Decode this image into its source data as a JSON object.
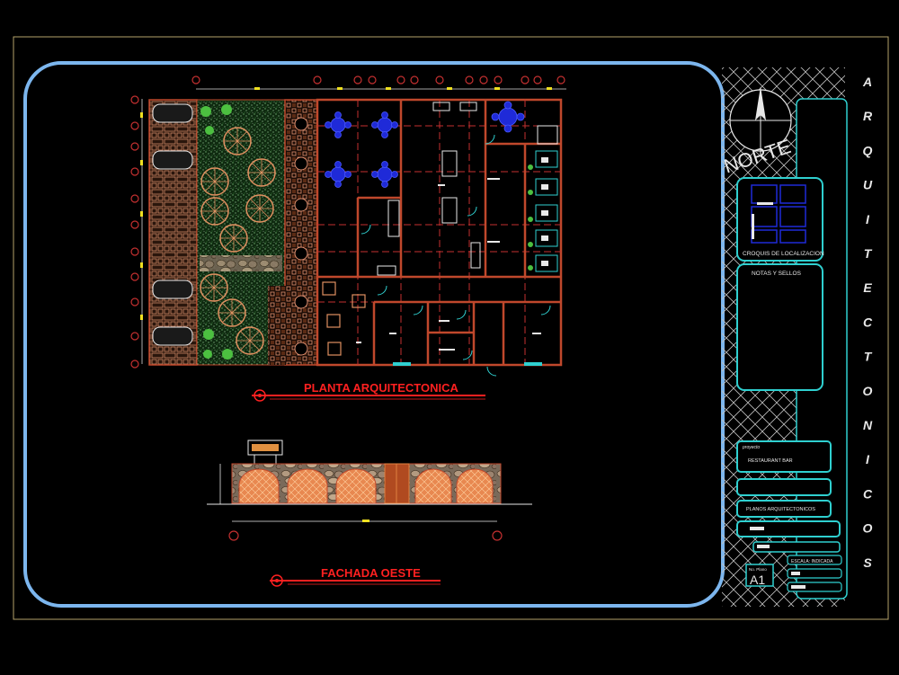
{
  "plan": {
    "title": "PLANTA ARQUITECTONICA",
    "elevation_title": "FACHADA OESTE"
  },
  "titleblock": {
    "firm_letters": [
      "A",
      "R",
      "Q",
      "U",
      "I",
      "T",
      "E",
      "C",
      "T",
      "O",
      "N",
      "I",
      "C",
      "O",
      "S"
    ],
    "north_label": "NORTE",
    "location_label": "CROQUIS DE LOCALIZACION",
    "notes_label": "NOTAS  Y SELLOS",
    "project_caption": "proyecto",
    "project_name": "RESTAURANT BAR",
    "sheet_name": "PLANOS ARQUITECTONICOS",
    "sheet_caption": "No. Plano",
    "sheet_number": "A1",
    "scale_label": "ESCALA: INDICADA"
  },
  "colors": {
    "frame": "#b5a26a",
    "viewport": "#7cb6ee",
    "walls": "#c0482c",
    "grid_axis": "#c43030",
    "cyan": "#2fd0d0",
    "blue_furniture": "#1f2ad8",
    "title_red": "#ff2020",
    "yellow": "#f0e020"
  },
  "icons": [
    "north-arrow-icon",
    "axis-bubble-icon",
    "title-bubble-icon"
  ]
}
